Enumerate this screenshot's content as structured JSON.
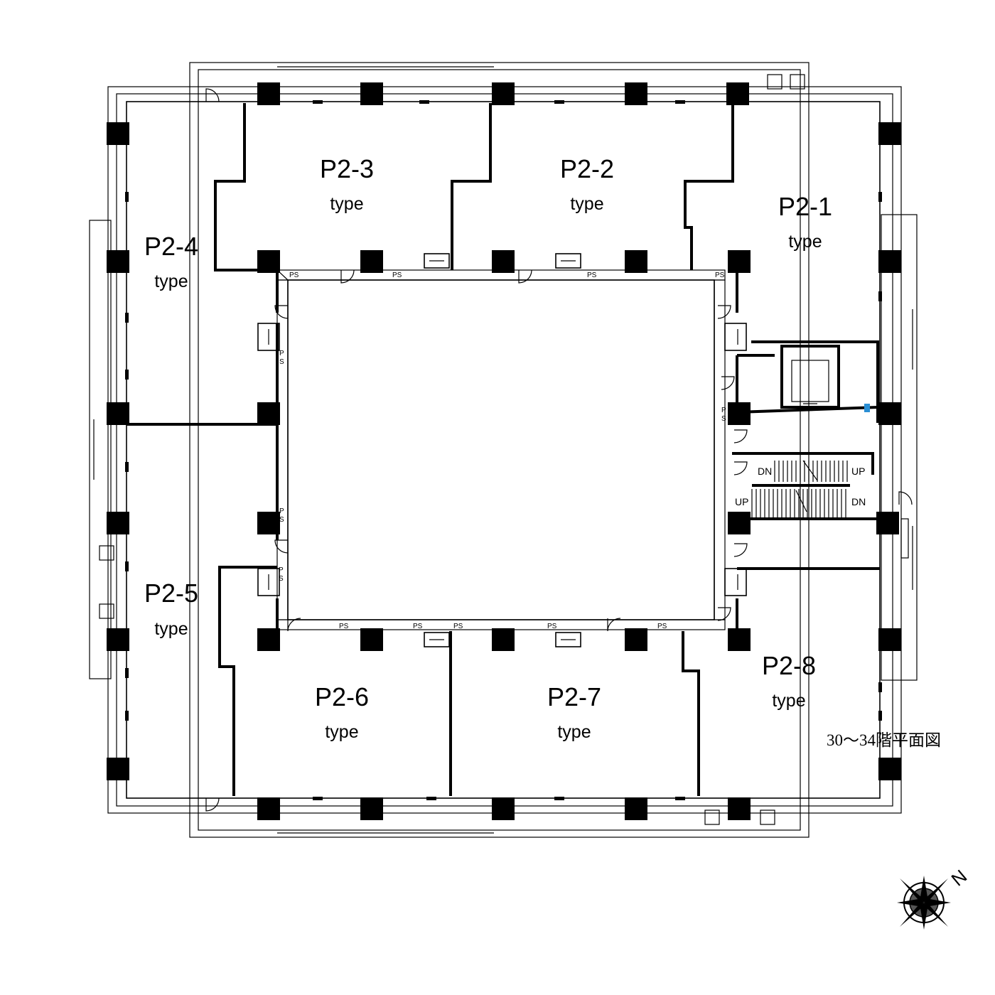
{
  "units": [
    {
      "id": "P2-1",
      "label": "P2-1",
      "type": "type"
    },
    {
      "id": "P2-2",
      "label": "P2-2",
      "type": "type"
    },
    {
      "id": "P2-3",
      "label": "P2-3",
      "type": "type"
    },
    {
      "id": "P2-4",
      "label": "P2-4",
      "type": "type"
    },
    {
      "id": "P2-5",
      "label": "P2-5",
      "type": "type"
    },
    {
      "id": "P2-6",
      "label": "P2-6",
      "type": "type"
    },
    {
      "id": "P2-7",
      "label": "P2-7",
      "type": "type"
    },
    {
      "id": "P2-8",
      "label": "P2-8",
      "type": "type"
    }
  ],
  "labels": {
    "ps": "PS",
    "ps_p": "P",
    "ps_s": "S",
    "up": "UP",
    "dn": "DN",
    "north": "N"
  },
  "caption": "30～34階平面図"
}
